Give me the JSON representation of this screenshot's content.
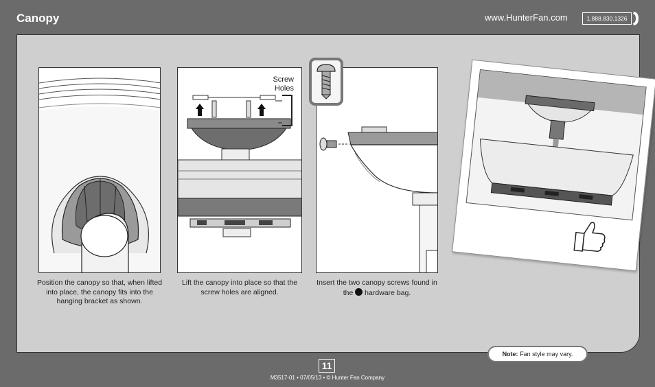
{
  "header": {
    "title": "Canopy",
    "url": "www.HunterFan.com",
    "phone": "1.888.830.1326"
  },
  "steps": [
    {
      "caption": "Position the canopy so that, when lifted into place, the canopy fits into the hanging bracket as shown."
    },
    {
      "caption": "Lift the canopy into place so that the screw holes are aligned.",
      "label": "Screw Holes"
    },
    {
      "caption_pre": "Insert the two canopy screws found in the",
      "caption_post": "hardware bag."
    }
  ],
  "note": {
    "label": "Note:",
    "text": "Fan style may vary."
  },
  "page_number": "11",
  "footer": "M3517-01 • 07/05/13 • © Hunter Fan Company"
}
